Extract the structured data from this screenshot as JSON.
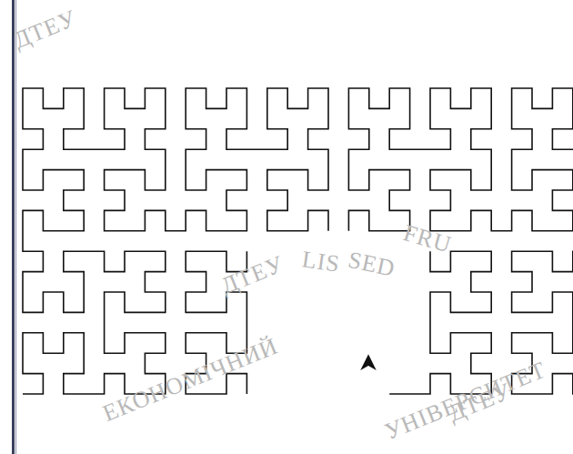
{
  "diagram": {
    "labels": [
      "ДТЕУ",
      "ДТЕУ",
      "ДТЕУ",
      "ЕКОНОМІЧНИЙ",
      "УНІВЕРСИТЕТ",
      "LIS",
      "SED",
      "FRU"
    ]
  }
}
